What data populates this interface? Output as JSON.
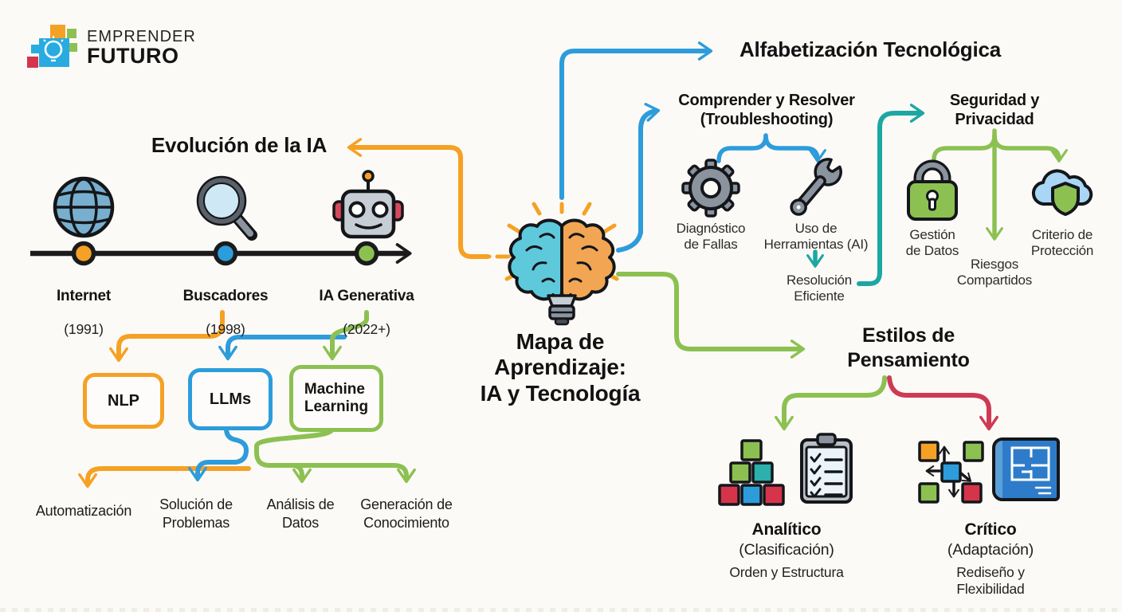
{
  "palette": {
    "orange": "#F5A125",
    "blue": "#2D9CDB",
    "green": "#8CC152",
    "teal": "#1CA7A3",
    "red": "#CE3A53",
    "black": "#1B1B1B",
    "background": "#FCFAF6"
  },
  "logo": {
    "brand_top": "EMPRENDER",
    "brand_bottom": "FUTURO"
  },
  "center": {
    "title": "Mapa de\nAprendizaje:\nIA y Tecnología",
    "icon": "half-brain-lightbulb-icon"
  },
  "evolution": {
    "title": "Evolución de la IA",
    "timeline": [
      {
        "label": "Internet",
        "year": "(1991)",
        "icon": "globe-icon",
        "node_color": "#F5A125"
      },
      {
        "label": "Buscadores",
        "year": "(1998)",
        "icon": "magnifier-icon",
        "node_color": "#2D9CDB"
      },
      {
        "label": "IA Generativa",
        "year": "(2022+)",
        "icon": "robot-icon",
        "node_color": "#8CC152"
      }
    ],
    "tech_boxes": [
      {
        "label": "NLP",
        "border_color": "#F5A125"
      },
      {
        "label": "LLMs",
        "border_color": "#2D9CDB"
      },
      {
        "label": "Machine\nLearning",
        "border_color": "#8CC152"
      }
    ],
    "outcomes": [
      {
        "label": "Automatización",
        "arrow_color": "#F5A125"
      },
      {
        "label": "Solución de\nProblemas",
        "arrow_color": "#2D9CDB"
      },
      {
        "label": "Análisis de\nDatos",
        "arrow_color": "#8CC152"
      },
      {
        "label": "Generación de\nConocimiento",
        "arrow_color": "#8CC152"
      }
    ]
  },
  "tech_literacy": {
    "title": "Alfabetización Tecnológica",
    "troubleshooting": {
      "title": "Comprender y Resolver\n(Troubleshooting)",
      "items": [
        {
          "label": "Diagnóstico\nde Fallas",
          "icon": "gear-icon"
        },
        {
          "label": "Uso de\nHerramientas (AI)",
          "icon": "wrench-icon"
        }
      ],
      "result": "Resolución\nEficiente"
    },
    "security": {
      "title": "Seguridad y\nPrivacidad",
      "items": [
        {
          "label": "Gestión\nde Datos",
          "icon": "lock-icon"
        },
        {
          "label": "Riesgos\nCompartidos",
          "icon": null
        },
        {
          "label": "Criterio de\nProtección",
          "icon": "cloud-shield-icon"
        }
      ]
    }
  },
  "thinking": {
    "title": "Estilos de\nPensamiento",
    "styles": [
      {
        "name": "Analítico",
        "subtitle": "(Clasificación)",
        "description": "Orden y Estructura",
        "icons": [
          "blocks-pyramid-icon",
          "checklist-clipboard-icon"
        ],
        "arrow_color": "#8CC152"
      },
      {
        "name": "Crítico",
        "subtitle": "(Adaptación)",
        "description": "Rediseño y Flexibilidad",
        "icons": [
          "network-squares-icon",
          "blueprint-icon"
        ],
        "arrow_color": "#CE3A53"
      }
    ]
  }
}
